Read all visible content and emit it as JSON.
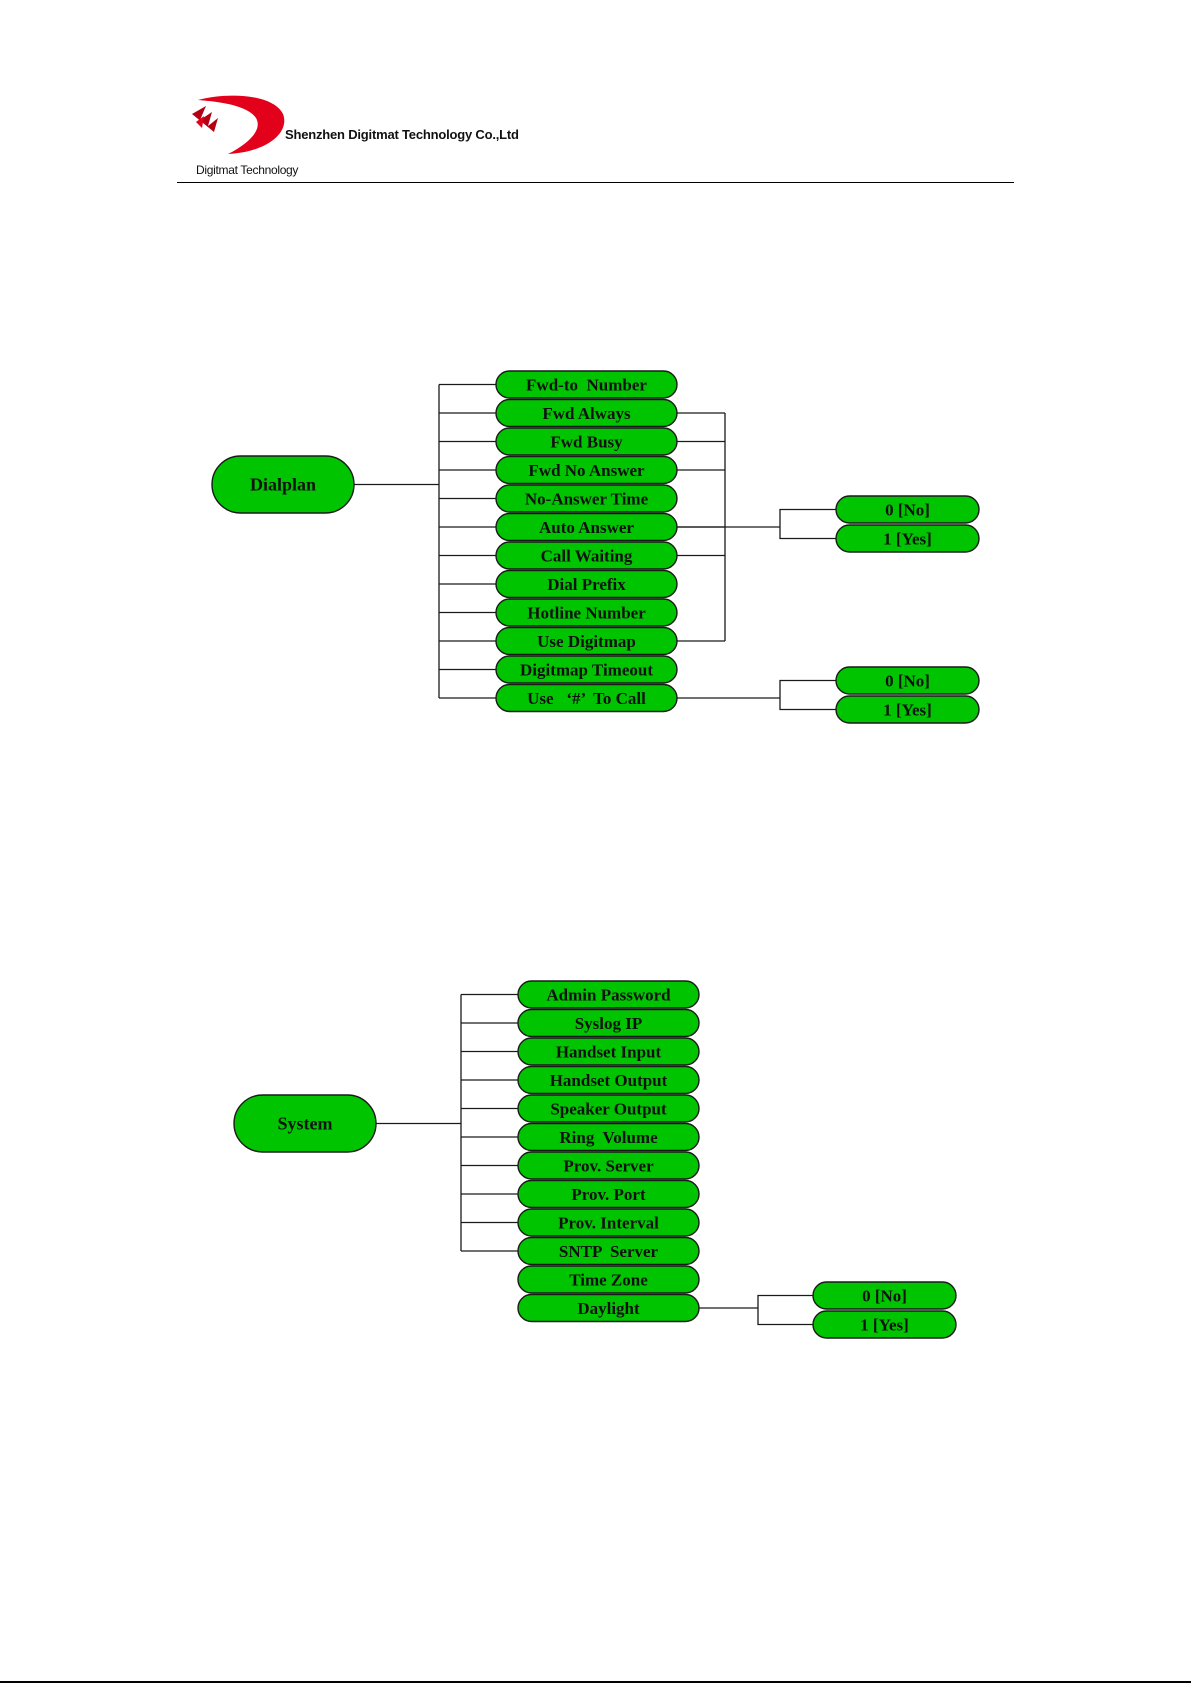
{
  "header": {
    "company_name": "Shenzhen Digitmat Technology Co.,Ltd",
    "logo_caption": "Digitmat Technology",
    "logo_colors": {
      "red": "#e3001b",
      "dark_red": "#b50013"
    }
  },
  "colors": {
    "node_fill": "#00c400",
    "node_stroke": "#1a1a1a",
    "line": "#1a1a1a"
  },
  "dialplan": {
    "root": "Dialplan",
    "items": [
      "Fwd-to  Number",
      "Fwd Always",
      "Fwd Busy",
      "Fwd No Answer",
      "No-Answer Time",
      "Auto Answer",
      "Call Waiting",
      "Dial Prefix",
      "Hotline Number",
      "Use Digitmap",
      "Digitmap Timeout",
      "Use   ‘#’  To Call"
    ],
    "option_group_1": [
      "0 [No]",
      "1 [Yes]"
    ],
    "option_group_2": [
      "0 [No]",
      "1 [Yes]"
    ]
  },
  "system": {
    "root": "System",
    "items": [
      "Admin Password",
      "Syslog IP",
      "Handset Input",
      "Handset Output",
      "Speaker Output",
      "Ring  Volume",
      "Prov. Server",
      "Prov. Port",
      "Prov. Interval",
      "SNTP  Server",
      "Time Zone",
      "Daylight"
    ],
    "option_group": [
      "0 [No]",
      "1 [Yes]"
    ]
  }
}
